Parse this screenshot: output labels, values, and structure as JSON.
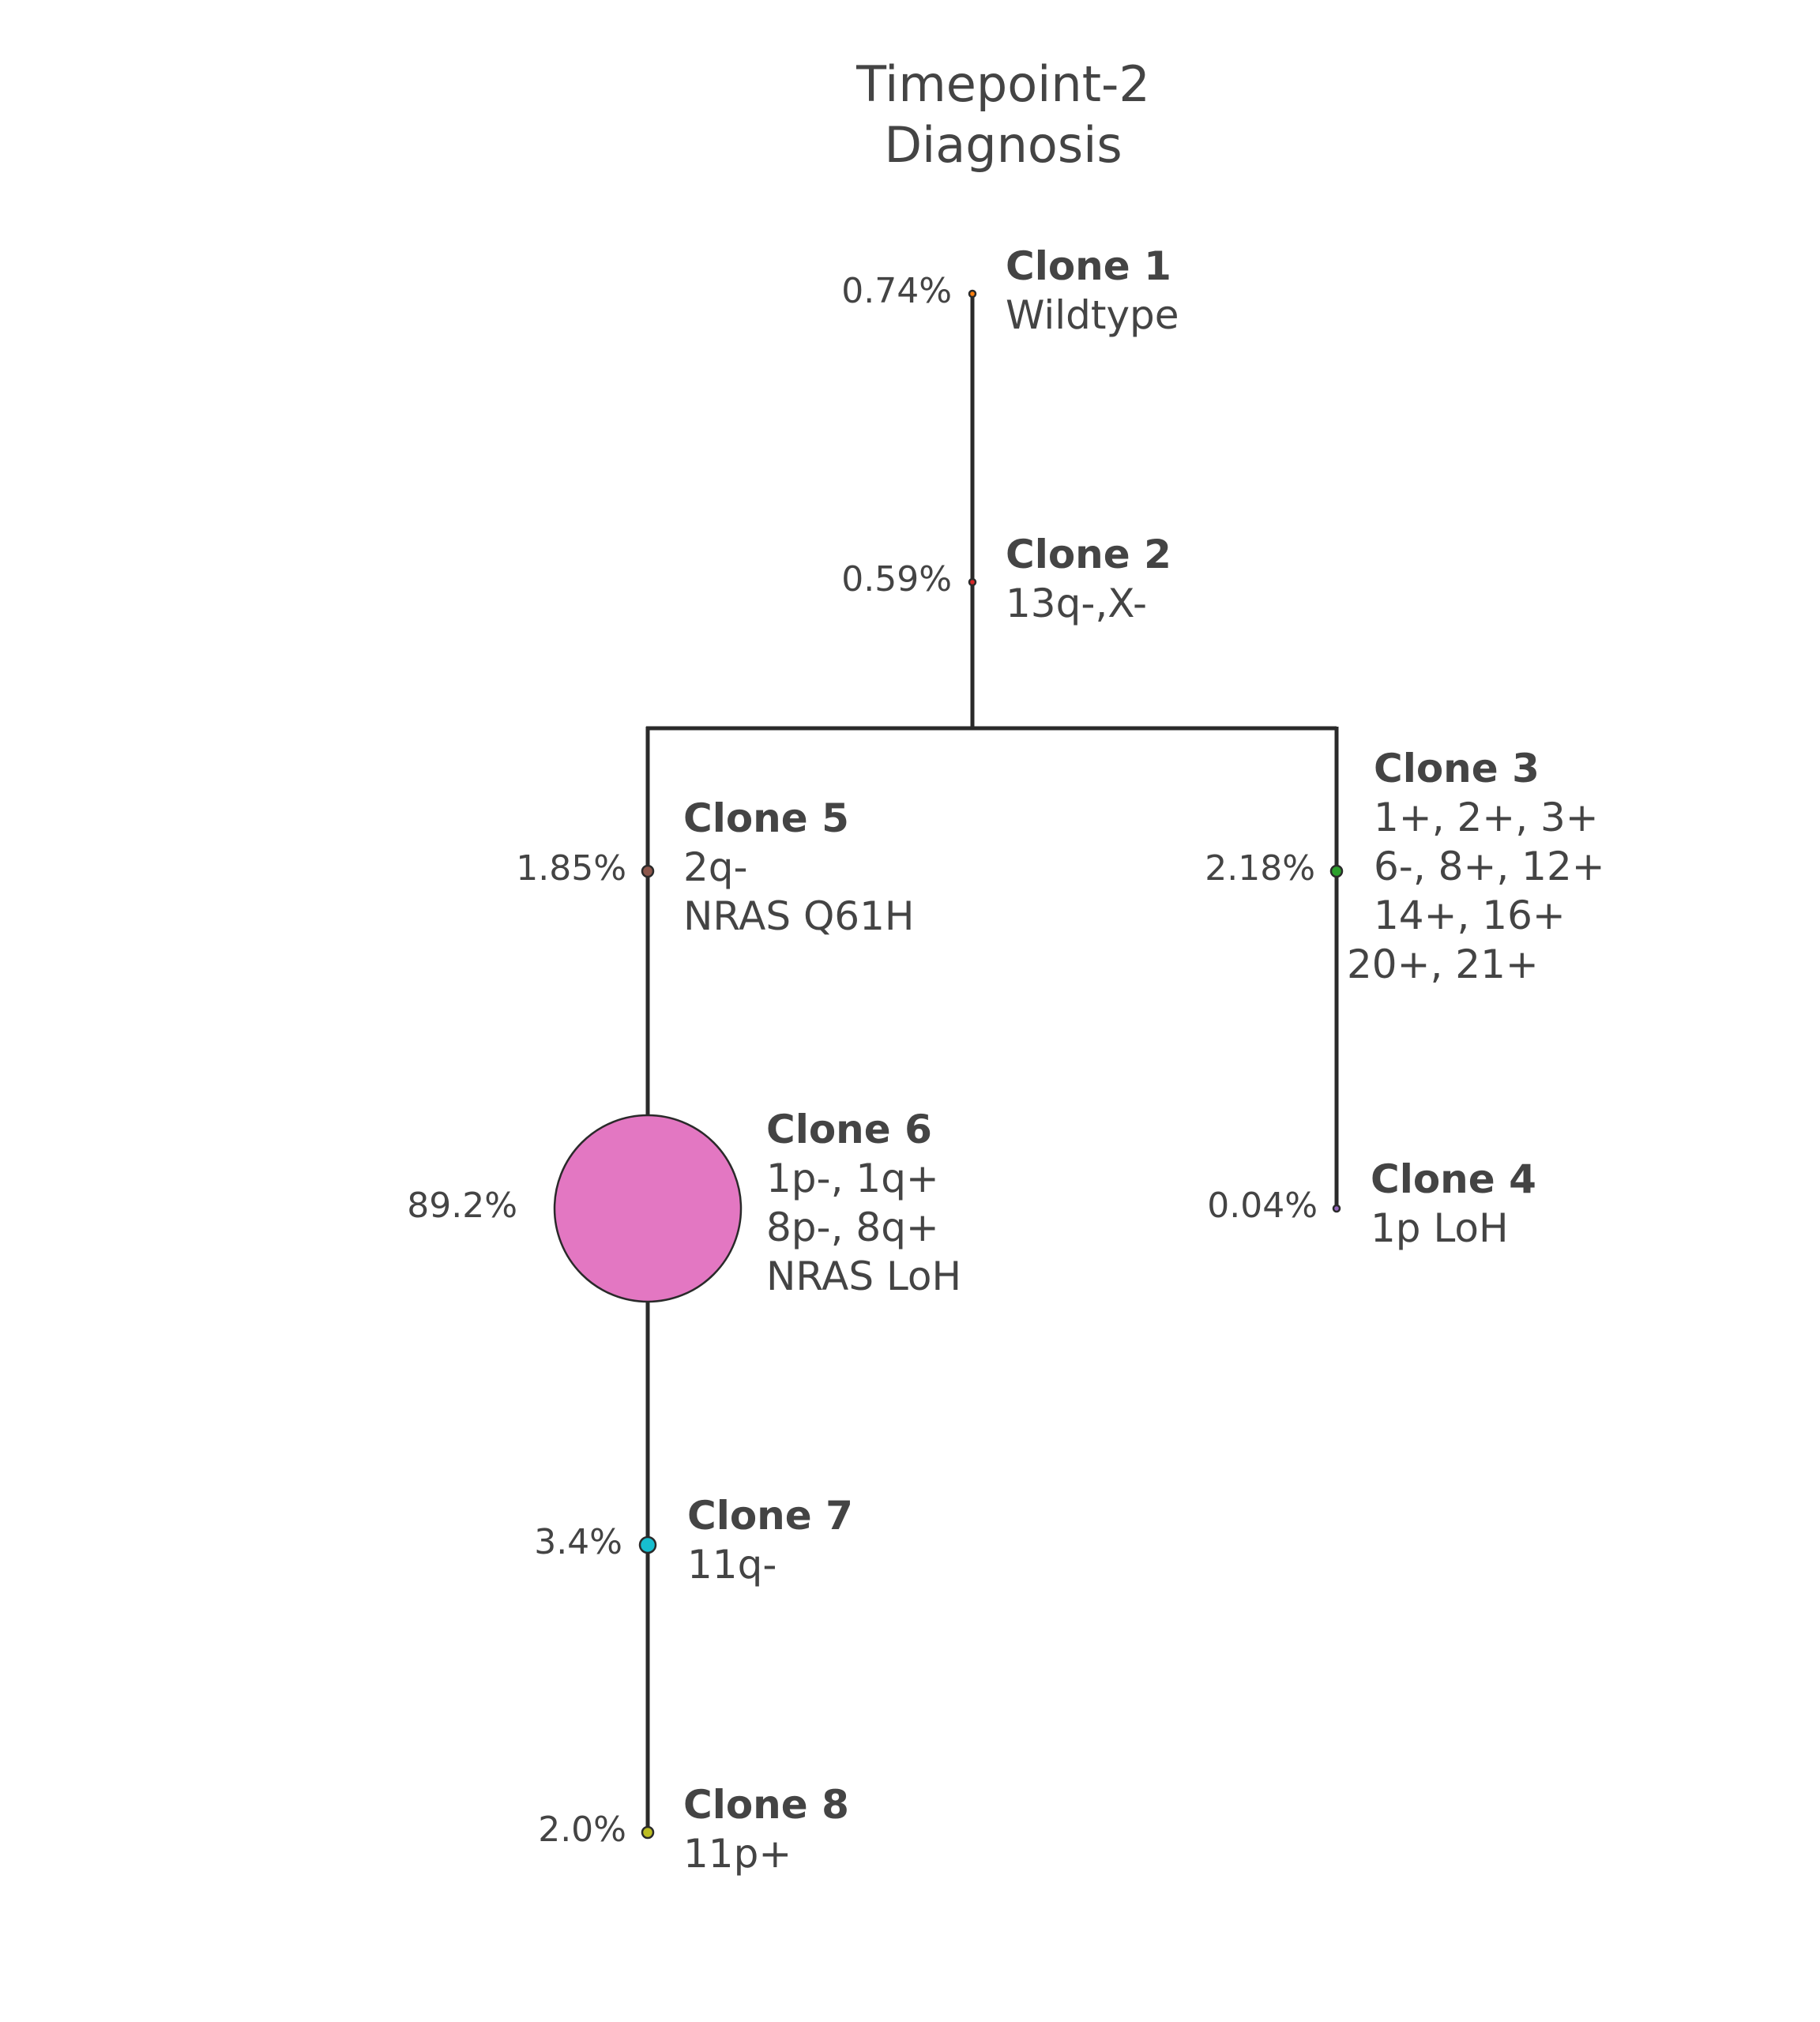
{
  "title": {
    "line1": "Timepoint-2",
    "line2": "Diagnosis"
  },
  "clones": [
    {
      "id": "clone-1",
      "name": "Clone 1",
      "percent": "0.74%",
      "fraction": 0.74,
      "color": "#ff7f0e",
      "alterations": [
        "Wildtype"
      ]
    },
    {
      "id": "clone-2",
      "name": "Clone 2",
      "percent": "0.59%",
      "fraction": 0.59,
      "color": "#d62728",
      "alterations": [
        "13q-,X-"
      ]
    },
    {
      "id": "clone-3",
      "name": "Clone 3",
      "percent": "2.18%",
      "fraction": 2.18,
      "color": "#2ca02c",
      "alterations": [
        "1+, 2+, 3+",
        "6-, 8+, 12+",
        "14+, 16+",
        "20+, 21+"
      ]
    },
    {
      "id": "clone-4",
      "name": "Clone 4",
      "percent": "0.04%",
      "fraction": 0.04,
      "color": "#9467bd",
      "alterations": [
        "1p LoH"
      ]
    },
    {
      "id": "clone-5",
      "name": "Clone 5",
      "percent": "1.85%",
      "fraction": 1.85,
      "color": "#8c564b",
      "alterations": [
        "2q-",
        "NRAS Q61H"
      ]
    },
    {
      "id": "clone-6",
      "name": "Clone 6",
      "percent": "89.2%",
      "fraction": 89.2,
      "color": "#e377c2",
      "alterations": [
        "1p-, 1q+",
        "8p-, 8q+",
        "NRAS LoH"
      ]
    },
    {
      "id": "clone-7",
      "name": "Clone 7",
      "percent": "3.4%",
      "fraction": 3.4,
      "color": "#17becf",
      "alterations": [
        "11q-"
      ]
    },
    {
      "id": "clone-8",
      "name": "Clone 8",
      "percent": "2.0%",
      "fraction": 2.0,
      "color": "#bcbd22",
      "alterations": [
        "11p+"
      ]
    }
  ],
  "edges": [
    {
      "from": "Clone 1",
      "to": "Clone 2"
    },
    {
      "from": "Clone 2",
      "to": "Clone 5"
    },
    {
      "from": "Clone 2",
      "to": "Clone 3"
    },
    {
      "from": "Clone 5",
      "to": "Clone 6"
    },
    {
      "from": "Clone 3",
      "to": "Clone 4"
    },
    {
      "from": "Clone 6",
      "to": "Clone 7"
    },
    {
      "from": "Clone 7",
      "to": "Clone 8"
    }
  ]
}
